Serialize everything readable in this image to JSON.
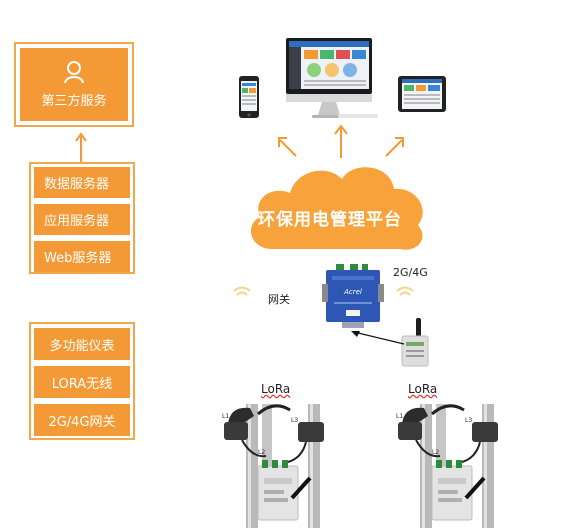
{
  "left_panel": {
    "top_box_label": "第三方服务",
    "servers": [
      "数据服务器",
      "应用服务器",
      "Web服务器"
    ],
    "devices": [
      "多功能仪表",
      "LORA无线",
      "2G/4G网关"
    ]
  },
  "cloud": {
    "title": "环保用电管理平台"
  },
  "gateway": {
    "label": "网关",
    "network_label": "2G/4G",
    "brand": "Acrel"
  },
  "lora": {
    "left": "LoRa",
    "right": "LoRa"
  },
  "meter_tags": [
    "L1",
    "L2",
    "L3"
  ],
  "colors": {
    "orange": "#f39a36",
    "orange_border": "#f5a54a",
    "cloud": "#f7a23a",
    "gateway_blue": "#2d56b5"
  },
  "icons": [
    "user-icon",
    "phone-icon",
    "desktop-icon",
    "tablet-icon",
    "gateway-icon",
    "wireless-signal-icon",
    "lora-meter-icon"
  ]
}
